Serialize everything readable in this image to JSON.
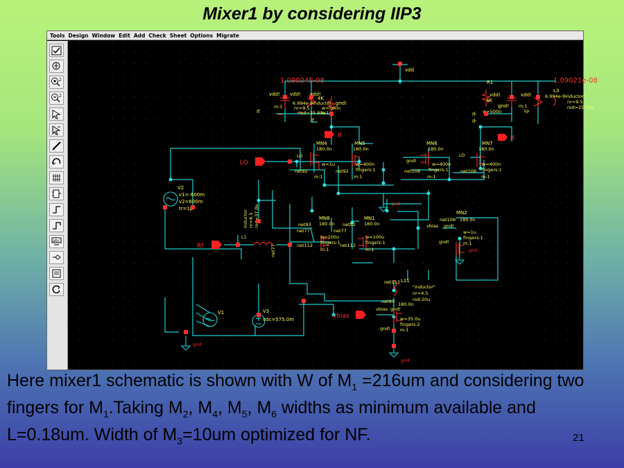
{
  "slide": {
    "title": "Mixer1 by considering IIP3",
    "page_number": "21",
    "body": {
      "t1": "Here mixer1 schematic is shown with W of M",
      "s1": "1",
      "t2": " =216um and considering two fingers for M",
      "s2": "1",
      "t3": ".Taking M",
      "s3": "2",
      "t4": ", M",
      "s4": "4",
      "t5": ", M",
      "s5": "5",
      "t6": ", M",
      "s6": "6",
      "t7": " widths as minimum available and L=0.18um. Width of M",
      "s7": "3",
      "t8": "=10um optimized for NF."
    }
  },
  "menu": [
    "Tools",
    "Design",
    "Window",
    "Edit",
    "Add",
    "Check",
    "Sheet",
    "Options",
    "Migrate"
  ],
  "toolbar_icons": [
    "checkbox-icon",
    "zoom-fit-icon",
    "zoom-in-icon",
    "zoom-out-icon",
    "select-icon",
    "stretch-icon",
    "wire-icon",
    "undo-icon",
    "bus-icon",
    "instance-icon",
    "pin-icon",
    "pin-alt-icon",
    "label-icon",
    "property-icon",
    "save-icon",
    "redraw-icon"
  ],
  "colors": {
    "canvas_bg": "#000000",
    "wire": "#1fd0d0",
    "component": "#ff3030",
    "text": "#ffff55",
    "pin": "#ff2020",
    "node_dot": "#30e0e0"
  },
  "schematic": {
    "sim_value_left": "1.09024E-08",
    "sim_value_right": "1.09021e-08",
    "vdd": "vdd",
    "vdd_label_1": "vdd!",
    "vdd_label_2": "vdd!",
    "vdd_label_3": "vdd!",
    "vdd_label_4": "vdd!",
    "vdd_label_5": "vdd!",
    "gnd_label_1": "gnd!",
    "gnd_label_2": "gnd!",
    "if_label_1": "If",
    "if_label_2": "If",
    "if_label_3": "If-",
    "if_label_4": "If-",
    "if_pin": "If",
    "ifm_pin": "If-",
    "lo_pin": "LO",
    "rf_pin": "Rf",
    "vbias_pin": "vbias",
    "gnd": "gnd",
    "gnd2": "gnd",
    "gnd3": "gnd",
    "gnd4": "gnd",
    "l2_text": "6.994e-9inductor",
    "l2_params": "nr=9.5",
    "l2_rod": "rod=25.93u",
    "l3_name": "L3",
    "l3_text": "6.994e-9inductor\"",
    "l3_params": "nr=9.5",
    "l3_rod": "rod=25.93u",
    "r_4k_1": "4K",
    "r_4k_2": "4K",
    "r_w1": "w=500n",
    "r_w2": "w=500n",
    "r_m": "m:1",
    "r1": "R1",
    "c_m1": "m:1",
    "c_m2": "m:1",
    "c_1p": "1p",
    "mn4": "MN4",
    "mn5": "MN5",
    "mn6": "MN6",
    "mn7": "MN7",
    "mn8": "MN8",
    "mn1": "MN1",
    "mn2": "MN2",
    "len": "180.0n",
    "w_400": "w=400n",
    "w_1u": "w=1u",
    "w_100": "w=100u",
    "w_35": "w=35.0u",
    "fingers1": "fingers:1",
    "fingers2": "fingers:2",
    "m1": "m:1",
    "net92": "net92",
    "net93": "net93",
    "net108": "net108",
    "net106": "net106",
    "net77": "net77",
    "net112": "net112",
    "lo": "LO",
    "gnd_txt": "gnd!",
    "v2": "V2",
    "v2_v1": "v1=-600m",
    "v2_v2": "v2=600m",
    "v2_tr": "tr=1p",
    "v1": "V1",
    "v3": "V3",
    "v3_vdc": "vdc=575.0m",
    "l1_label": "L1",
    "l1_text": "inductor",
    "l1_nr": "nr=6.5",
    "l1_rod": "rod=37.0u",
    "l11": "L11",
    "l11_text": "\"inductor\"",
    "l11_nr": "nr=4.5",
    "l11_rod": "rod:20u",
    "vbias": "vbias",
    "rf": "Rf"
  }
}
